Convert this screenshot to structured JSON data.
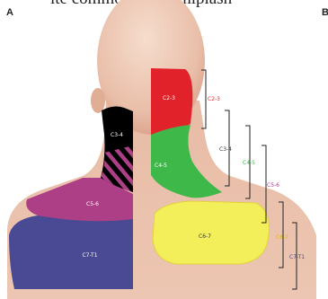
{
  "caption": "ite common with whiplash",
  "panels": {
    "a": "A",
    "b": "B"
  },
  "zones_left": [
    {
      "label": "C3-4",
      "color": "#000000",
      "text_color": "#ffffff"
    },
    {
      "label": "C5-6",
      "color": "#ad3f86",
      "text_color": "#ffffff"
    },
    {
      "label": "C7-T1",
      "color": "#4a4a94",
      "text_color": "#ffffff"
    }
  ],
  "zones_right": [
    {
      "label": "C2-3",
      "color": "#e2222a",
      "text_color": "#ffffff"
    },
    {
      "label": "C4-5",
      "color": "#3fb84a",
      "text_color": "#ffffff"
    },
    {
      "label": "C6-7",
      "color": "#f2ef5a",
      "text_color": "#333333"
    }
  ],
  "bracket_labels": [
    {
      "label": "C2-3",
      "color": "#e2222a"
    },
    {
      "label": "C3-4",
      "color": "#333333"
    },
    {
      "label": "C4-5",
      "color": "#3fb84a"
    },
    {
      "label": "C5-6",
      "color": "#ad3f86"
    },
    {
      "label": "C6-7",
      "color": "#d9b400"
    },
    {
      "label": "C7-T1",
      "color": "#4a4a94"
    }
  ]
}
